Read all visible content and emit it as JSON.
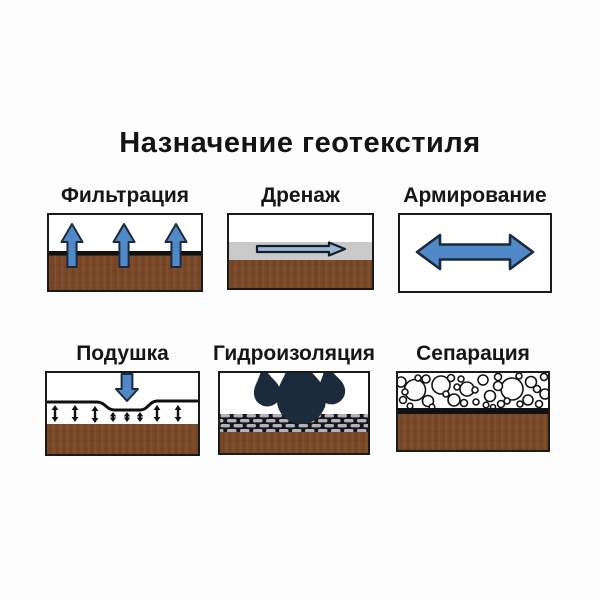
{
  "title": "Назначение геотекстиля",
  "panels": [
    {
      "id": "filtration",
      "label": "Фильтрация"
    },
    {
      "id": "drainage",
      "label": "Дренаж"
    },
    {
      "id": "reinforcement",
      "label": "Армирование"
    },
    {
      "id": "cushion",
      "label": "Подушка"
    },
    {
      "id": "waterproofing",
      "label": "Гидроизоляция"
    },
    {
      "id": "separation",
      "label": "Сепарация"
    }
  ],
  "colors": {
    "soil_brown": "#7a4a28",
    "arrow_blue": "#5188c8",
    "arrow_outline": "#1b2b3c",
    "drainage_arrow_fill": "#9db6d6",
    "drainage_gray": "#c9c9c9",
    "geotextile_black": "#101010",
    "box_border": "#1a1a1a",
    "text": "#141414",
    "background": "#ffffff"
  }
}
